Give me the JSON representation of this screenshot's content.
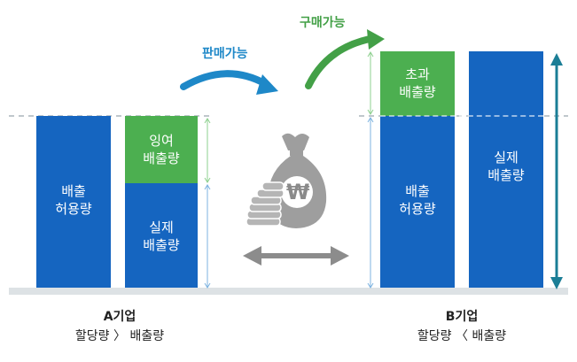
{
  "colors": {
    "blue": "#1565C0",
    "green": "#4CAF50",
    "arrow_blue": "#1E88C8",
    "arrow_green": "#43A047",
    "teal": "#1B7E96",
    "base_line": "#DDE2E5",
    "dash": "#BFC7CC",
    "money": "#9E9E9E"
  },
  "company_a": {
    "allowance_label": "배출\n허용량",
    "surplus_label": "잉여\n배출량",
    "actual_label": "실제\n배출량",
    "name": "A기업",
    "relation": "할당량 〉 배출량"
  },
  "company_b": {
    "excess_label": "초과\n배출량",
    "allowance_label": "배출\n허용량",
    "actual_label": "실제\n배출량",
    "name": "B기업",
    "relation": "할당량 〈 배출량"
  },
  "arrows": {
    "sell_label": "판매가능",
    "buy_label": "구매가능"
  },
  "icons": {
    "money_bag": "money-bag-icon",
    "coins": "coin-stack-icon",
    "won_symbol": "₩"
  }
}
